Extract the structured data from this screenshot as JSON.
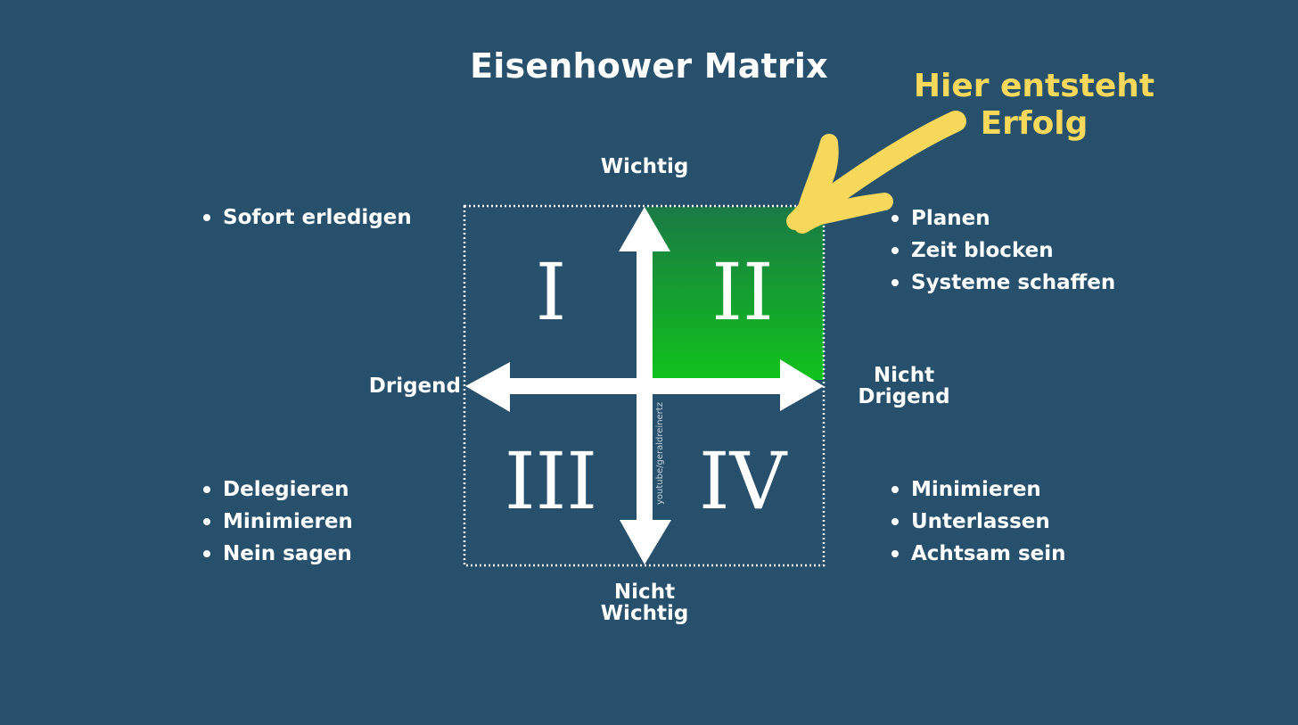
{
  "title": "Eisenhower Matrix",
  "callout": {
    "line1": "Hier entsteht",
    "line2": "Erfolg",
    "color": "#f7d85a"
  },
  "axes": {
    "top": "Wichtig",
    "bottom_line1": "Nicht",
    "bottom_line2": "Wichtig",
    "left": "Drigend",
    "right_line1": "Nicht",
    "right_line2": "Drigend"
  },
  "quadrants": {
    "q1": {
      "numeral": "I",
      "actions": [
        "Sofort erledigen"
      ]
    },
    "q2": {
      "numeral": "II",
      "actions": [
        "Planen",
        "Zeit blocken",
        "Systeme schaffen"
      ],
      "highlight_color": "#18b51e"
    },
    "q3": {
      "numeral": "III",
      "actions": [
        "Delegieren",
        "Minimieren",
        "Nein sagen"
      ]
    },
    "q4": {
      "numeral": "IV",
      "actions": [
        "Minimieren",
        "Unterlassen",
        "Achtsam sein"
      ]
    }
  },
  "watermark": "youtube/geraldreinertz",
  "colors": {
    "background": "#27506d",
    "text": "#ffffff"
  }
}
